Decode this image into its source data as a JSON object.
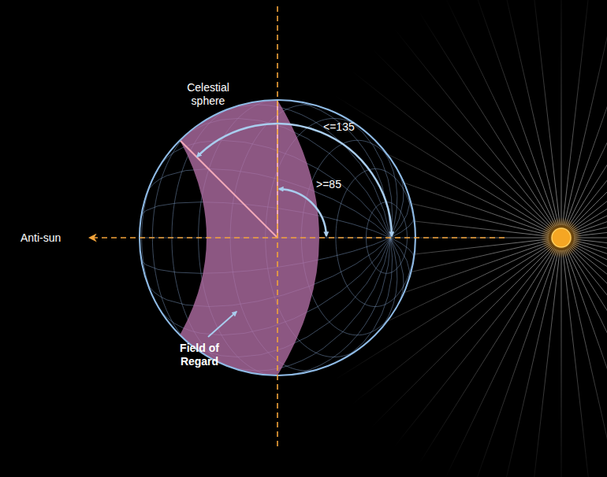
{
  "diagram": {
    "labels": [
      "Celestial sphere",
      "<=135",
      ">=85",
      "Anti-sun",
      "Field of Regard"
    ]
  }
}
